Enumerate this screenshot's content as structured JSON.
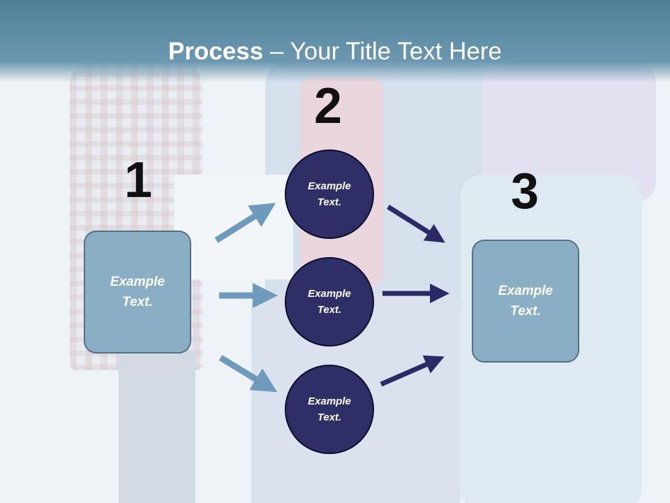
{
  "title": {
    "bold": "Process",
    "rest": " – Your Title Text Here"
  },
  "steps": {
    "one": "1",
    "two": "2",
    "three": "3"
  },
  "left_box": "Example Text.",
  "right_box": "Example Text.",
  "circles": [
    "Example Text.",
    "Example Text.",
    "Example Text."
  ],
  "colors": {
    "header": "#5a8aa3",
    "box_fill": "#8aaec3",
    "circle_fill": "#2f2f68",
    "arrow_light": "#6e9bbb",
    "arrow_dark": "#2a2a66"
  }
}
